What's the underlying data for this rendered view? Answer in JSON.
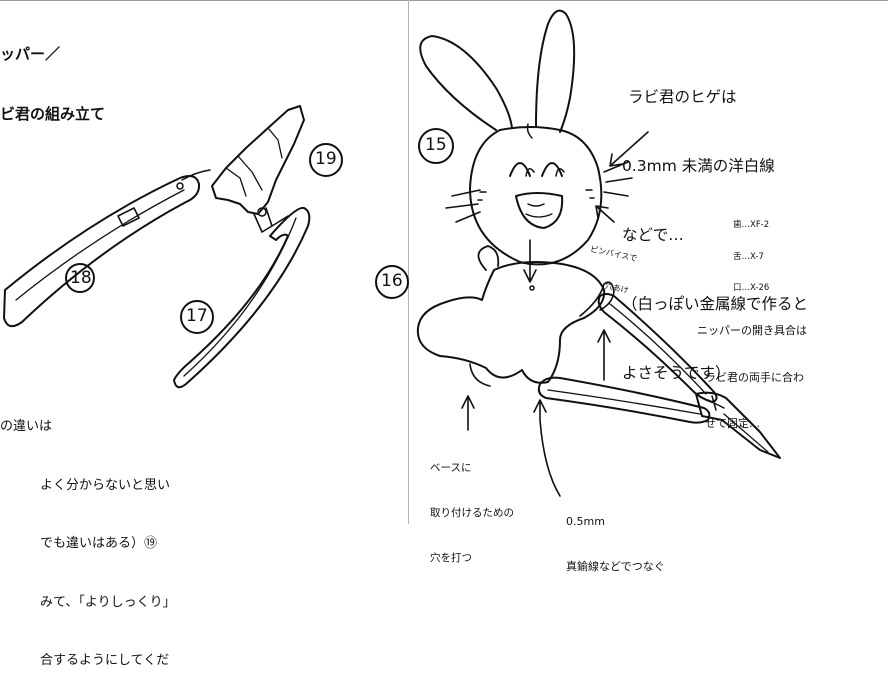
{
  "header": {
    "title_lines": [
      "ッパー／",
      "ビ君の組み立て"
    ]
  },
  "left_note": {
    "lines": [
      "の違いは",
      "よく分からないと思い",
      "でも違いはある）⑲",
      "みて、「よりしっくり」",
      "合するようにしてくだ"
    ]
  },
  "whisker_note": {
    "lines": [
      "ラビ君のヒゲは",
      "0.3mm 未満の洋白線",
      "などで…",
      "（白っぽい金属線で作ると",
      "よさそうです）"
    ]
  },
  "paint_note": {
    "lines": [
      "歯…XF-2",
      "舌…X-7",
      "口…X-26"
    ]
  },
  "pinvise_note": {
    "lines": [
      "ピンバイスで",
      "穴あけ"
    ]
  },
  "nipper_note": {
    "lines": [
      "ニッパーの開き具合は",
      "ラビ君の両手に合わ",
      "せて固定…"
    ]
  },
  "base_note": {
    "lines": [
      "ベースに",
      "取り付けるための",
      "穴を打つ"
    ]
  },
  "brass_note": {
    "lines": [
      "0.5mm",
      "真鍮線などでつなぐ"
    ]
  },
  "part_numbers": {
    "p15": "15",
    "p16": "16",
    "p17": "17",
    "p18": "18",
    "p19": "19"
  }
}
